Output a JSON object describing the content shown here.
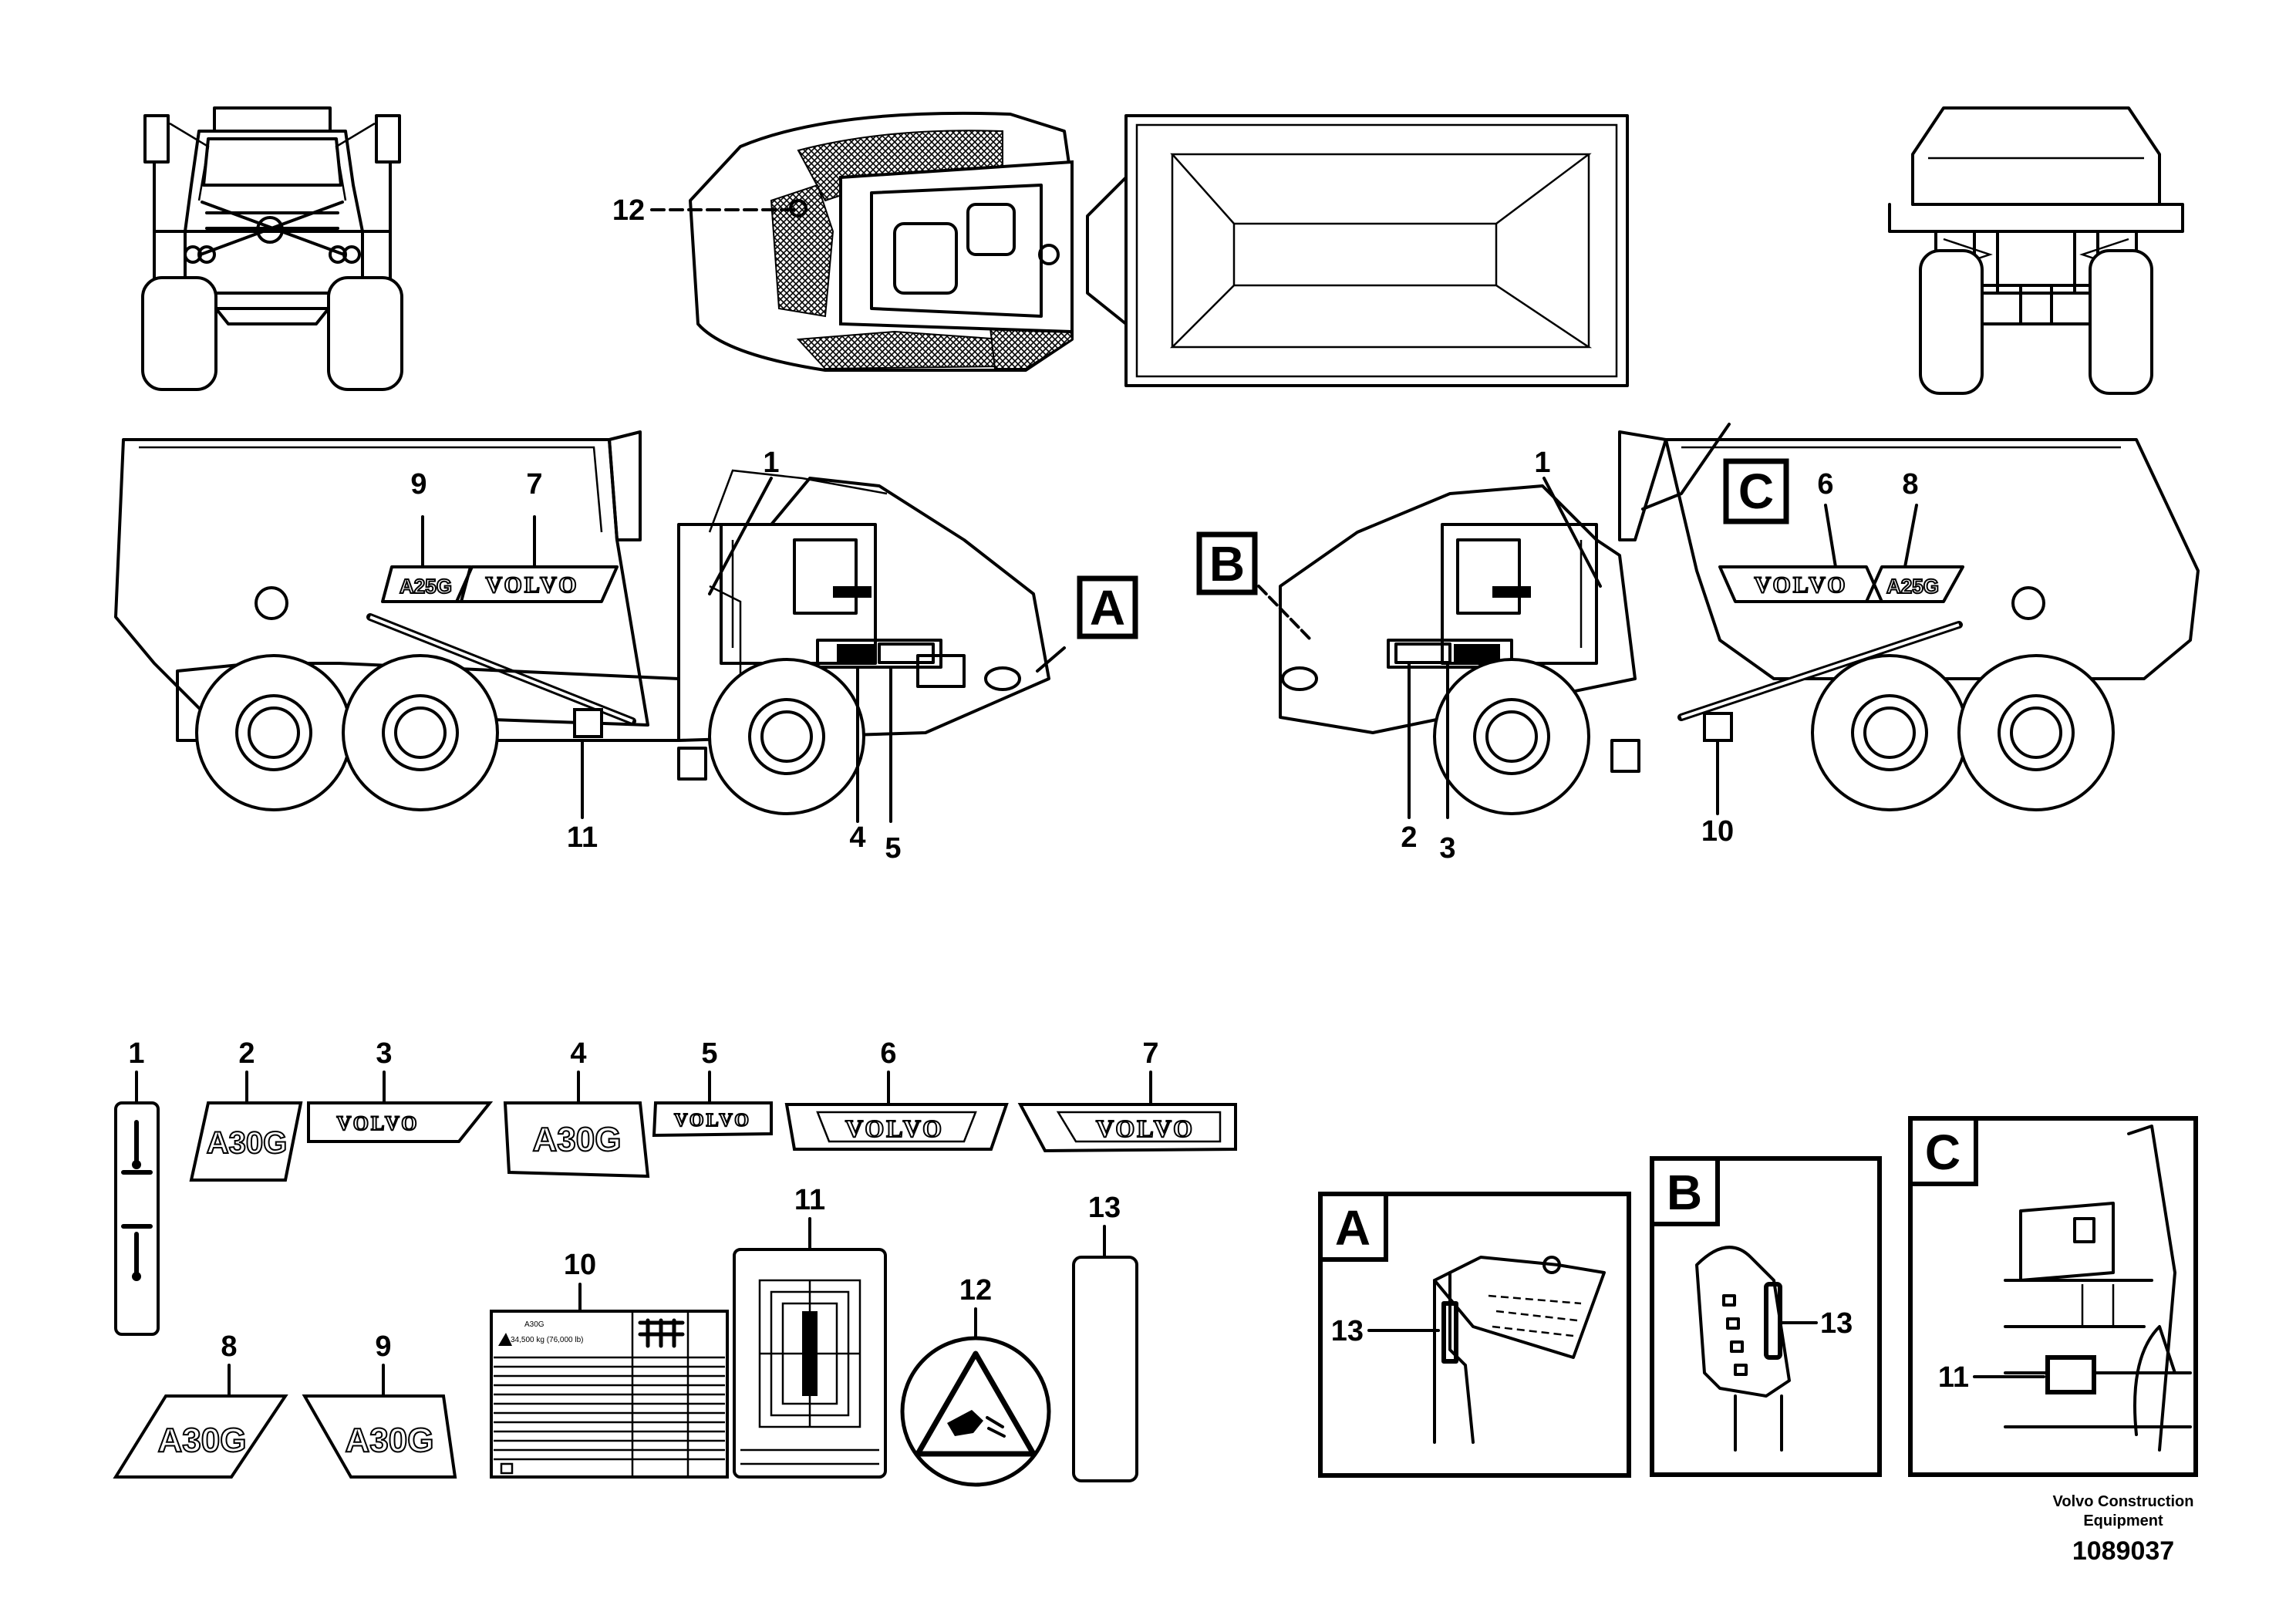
{
  "callouts": {
    "n1": "1",
    "n2": "2",
    "n3": "3",
    "n4": "4",
    "n5": "5",
    "n6": "6",
    "n7": "7",
    "n8": "8",
    "n9": "9",
    "n10": "10",
    "n11": "11",
    "n12": "12",
    "n13": "13"
  },
  "views": {
    "a": "A",
    "b": "B",
    "c": "C"
  },
  "decals": {
    "model": "A30G",
    "side_model": "A25G",
    "brand": "VOLVO",
    "plate_title": "A30G",
    "plate_weight": "34,500 kg (76,000 lb)"
  },
  "footer": {
    "maker_line1": "Volvo Construction",
    "maker_line2": "Equipment",
    "drawing_no": "1089037"
  },
  "colors": {
    "line": "#000000",
    "background": "#ffffff"
  }
}
